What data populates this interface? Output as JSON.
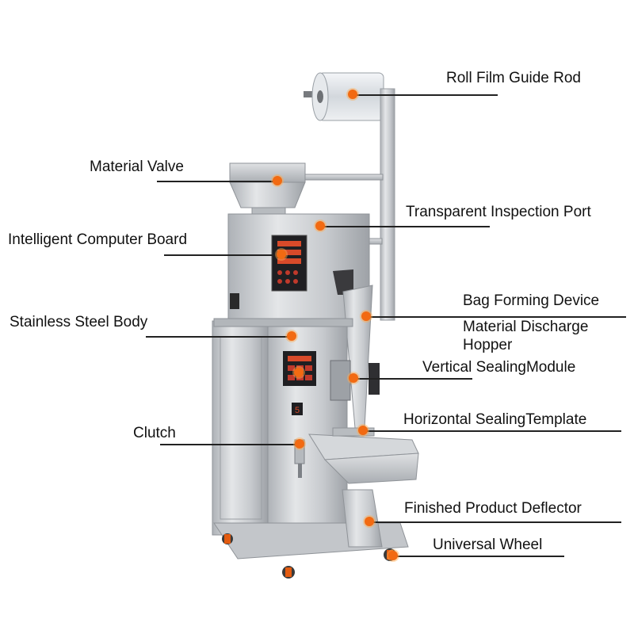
{
  "colors": {
    "callout_dot": "#f26a12",
    "leader_line": "#222222",
    "label_text": "#111111",
    "steel": "#c9ccd0"
  },
  "callouts": [
    {
      "label": "Roll Film Guide Rod"
    },
    {
      "label": "Material Valve"
    },
    {
      "label": "Transparent Inspection Port"
    },
    {
      "label": "Intelligent Computer Board"
    },
    {
      "label": "Bag Forming Device"
    },
    {
      "label": "Stainless Steel Body"
    },
    {
      "label": "Material Discharge"
    },
    {
      "label": "Hopper"
    },
    {
      "label": "Vertical SealingModule"
    },
    {
      "label": "Horizontal SealingTemplate"
    },
    {
      "label": "Clutch"
    },
    {
      "label": "Finished Product Deflector"
    },
    {
      "label": "Universal Wheel"
    }
  ],
  "machine": {
    "panel_digit": "5"
  }
}
